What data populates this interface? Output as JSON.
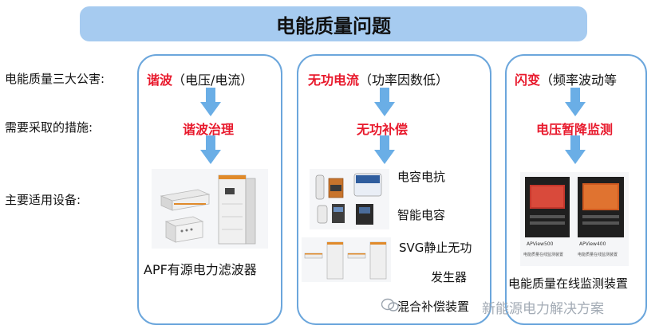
{
  "title": "电能质量问题",
  "row_labels": {
    "hazards": "电能质量三大公害:",
    "measures": "需要采取的措施:",
    "equipment": "主要适用设备:"
  },
  "harmonic": {
    "issue": "谐波",
    "issue_detail": "（电压/电流）",
    "measure": "谐波治理",
    "device": "APF有源电力滤波器"
  },
  "reactive": {
    "issue": "无功电流",
    "issue_detail": "（功率因数低）",
    "measure": "无功补偿",
    "devices": [
      "电容电抗",
      "智能电容",
      "SVG静止无功",
      "发生器",
      "混合补偿装置"
    ]
  },
  "flicker": {
    "issue": "闪变",
    "issue_detail": "（频率波动等",
    "measure": "电压暂降监测",
    "device": "电能质量在线监测装置",
    "device_labels": [
      "APView500",
      "APView400",
      "电能质量在线监测装置",
      "电能质量在线监测装置"
    ]
  },
  "watermark": "新能源电力解决方案",
  "colors": {
    "accent_red": "#e8192c",
    "banner_blue": "#a6cbf0",
    "panel_border": "#6ba6dc",
    "arrow_blue": "#6aaee6"
  }
}
